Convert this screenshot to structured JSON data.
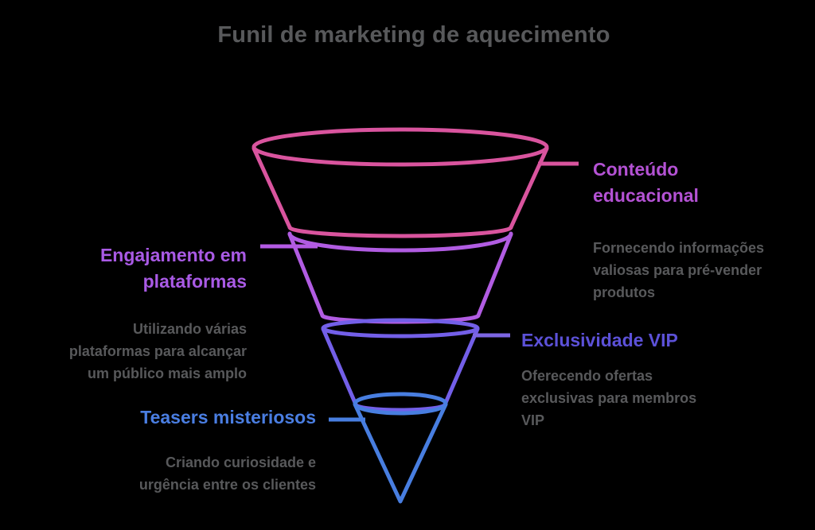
{
  "title": "Funil de marketing de aquecimento",
  "theme": {
    "background": "#000000",
    "title_color": "#58595b",
    "description_color": "#58595b"
  },
  "funnel": {
    "segments": [
      {
        "name": "stage-1-top",
        "color": "#d9549e"
      },
      {
        "name": "stage-2",
        "color": "#b15ce2"
      },
      {
        "name": "stage-3",
        "color": "#735fe8"
      },
      {
        "name": "stage-4-bottom",
        "color": "#487ee0"
      }
    ]
  },
  "callouts": [
    {
      "id": "conteudo-educacional",
      "side": "right",
      "label": "Conteúdo\neducacional",
      "label_color": "#b452d4",
      "line_color": "#d9549e",
      "description": "Fornecendo informações\nvaliosas para pré-vender\nprodutos"
    },
    {
      "id": "engajamento-em-plataformas",
      "side": "left",
      "label": "Engajamento em\nplataformas",
      "label_color": "#a95ae5",
      "line_color": "#b35ae3",
      "description": "Utilizando várias\nplataformas para alcançar\num público mais amplo"
    },
    {
      "id": "exclusividade-vip",
      "side": "right",
      "label": "Exclusividade VIP",
      "label_color": "#5c51d8",
      "line_color": "#7d66e3",
      "description": "Oferecendo ofertas\nexclusivas para membros\nVIP"
    },
    {
      "id": "teasers-misteriosos",
      "side": "left",
      "label": "Teasers misteriosos",
      "label_color": "#4a7ee2",
      "line_color": "#487ee0",
      "description": "Criando curiosidade e\nurgência entre os clientes"
    }
  ]
}
